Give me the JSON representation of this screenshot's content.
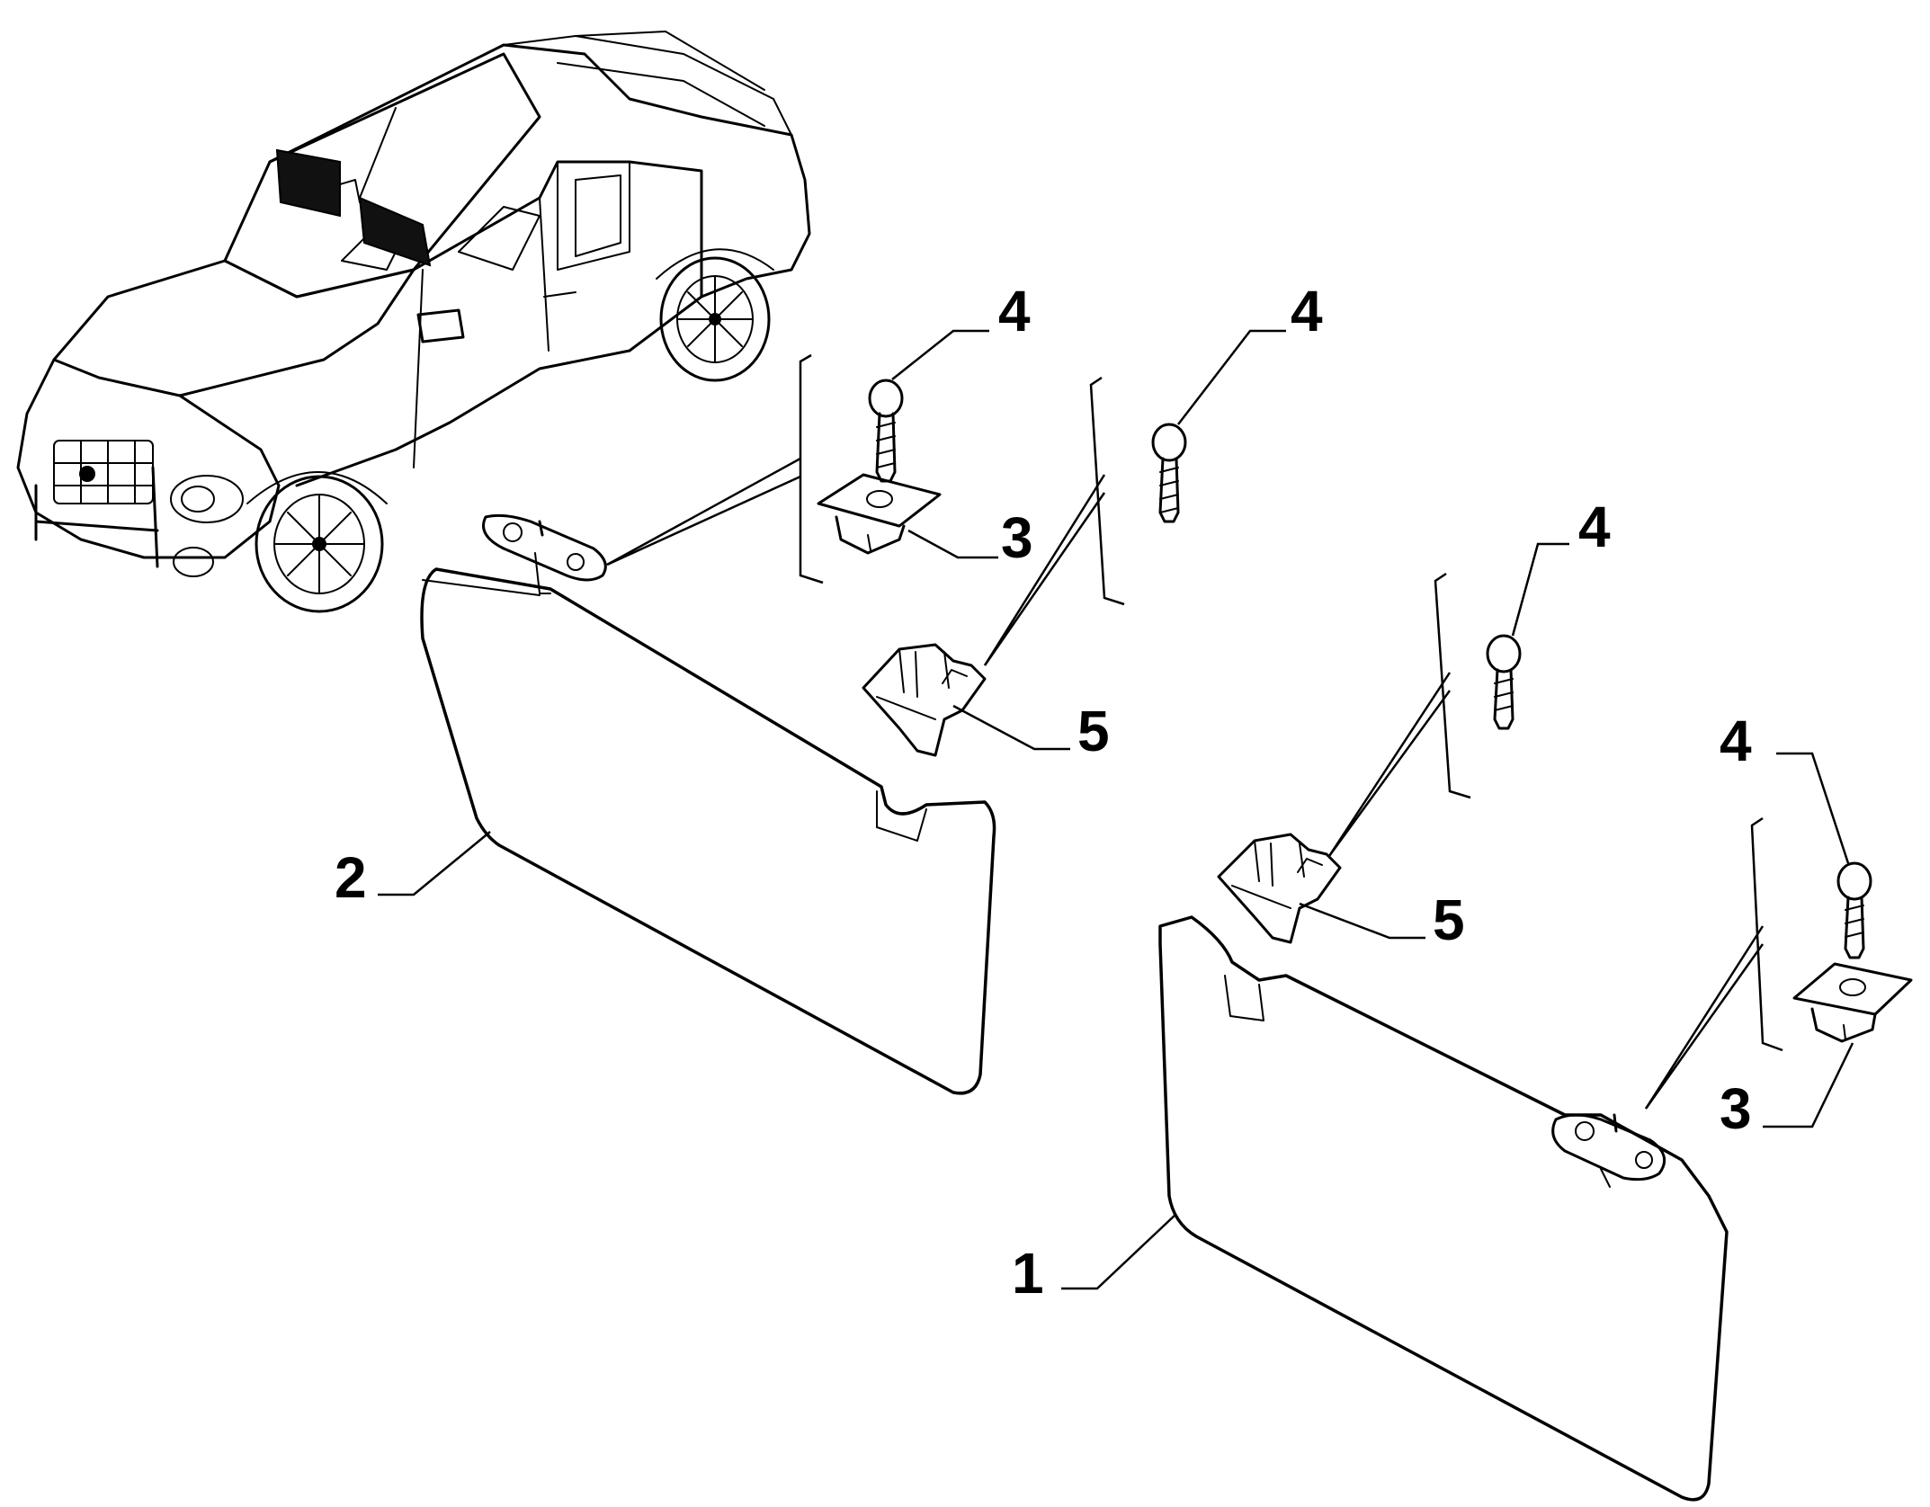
{
  "callouts": {
    "c1": "1",
    "c2": "2",
    "c3a": "3",
    "c3b": "3",
    "c4a": "4",
    "c4b": "4",
    "c4c": "4",
    "c4d": "4",
    "c5a": "5",
    "c5b": "5"
  },
  "colors": {
    "line": "#000000",
    "background": "#ffffff",
    "visor_dark": "#111111"
  }
}
